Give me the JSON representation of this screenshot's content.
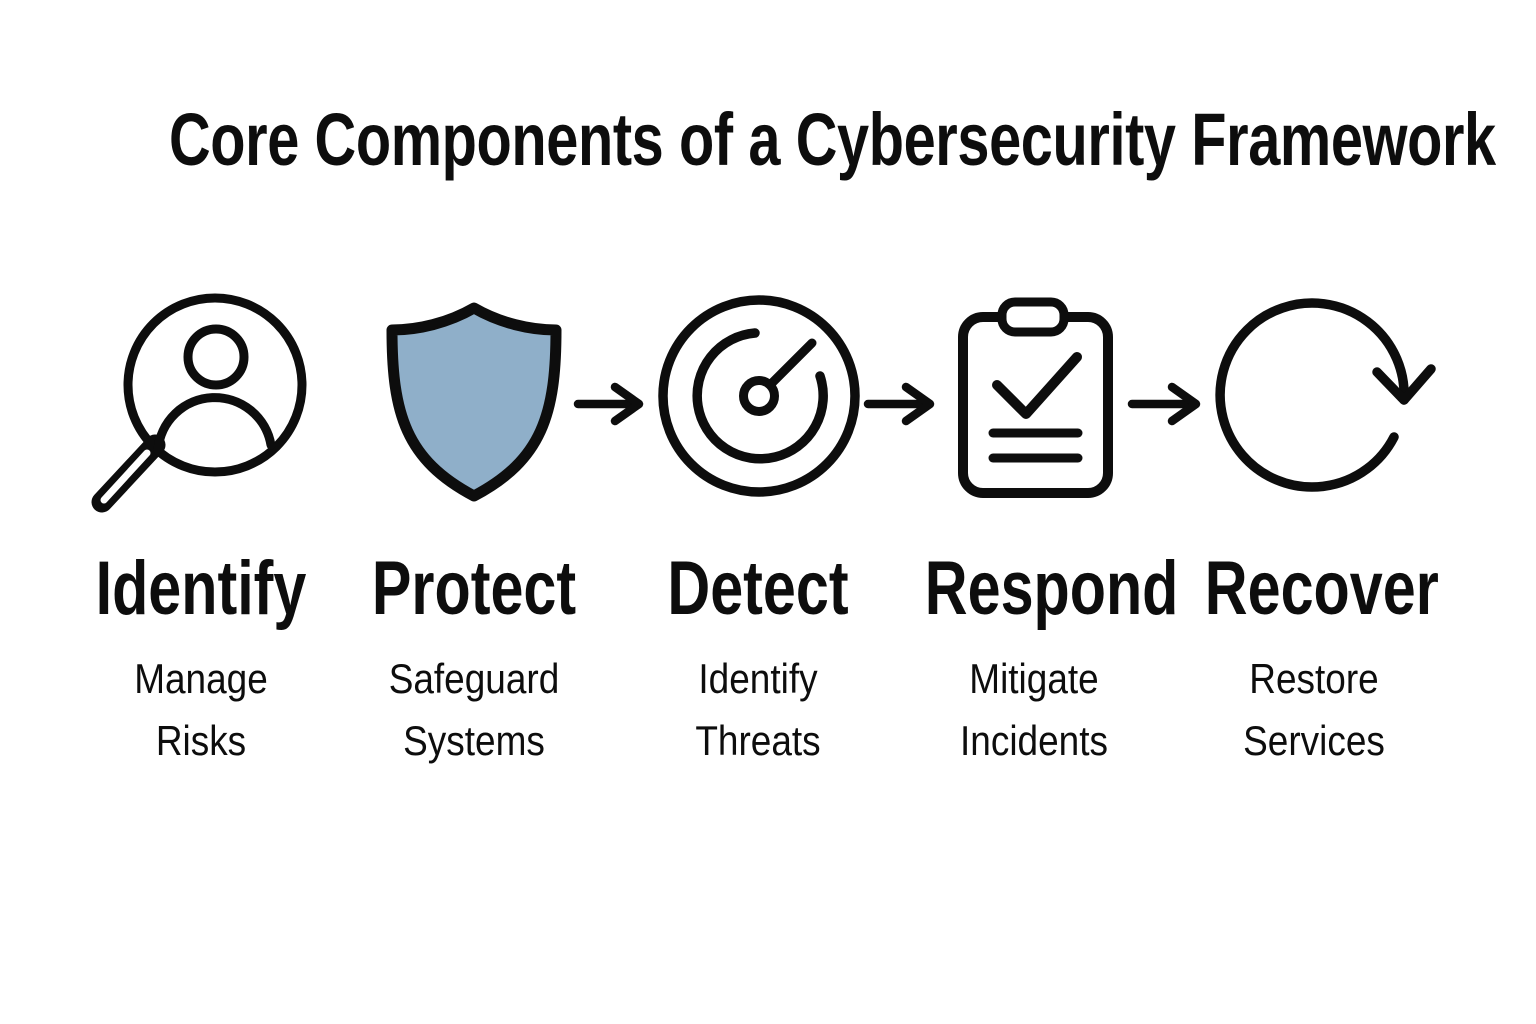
{
  "title": "Core Components of a Cybersecurity Framework",
  "colors": {
    "background": "#ffffff",
    "ink": "#0d0d0d",
    "shield_fill": "#8FAFC9"
  },
  "steps": [
    {
      "label": "Identify",
      "sublabel": "Manage\nRisks",
      "icon": "user-search-icon"
    },
    {
      "label": "Protect",
      "sublabel": "Safeguard\nSystems",
      "icon": "shield-icon"
    },
    {
      "label": "Detect",
      "sublabel": "Identify\nThreats",
      "icon": "gauge-icon"
    },
    {
      "label": "Respond",
      "sublabel": "Mitigate\nIncidents",
      "icon": "clipboard-check-icon"
    },
    {
      "label": "Recover",
      "sublabel": "Restore\nServices",
      "icon": "rotate-arrow-icon"
    }
  ],
  "connectors": {
    "symbol": "arrow-right",
    "count": 3,
    "note": "arrows shown between steps 2-3, 3-4 and 4-5 only"
  }
}
